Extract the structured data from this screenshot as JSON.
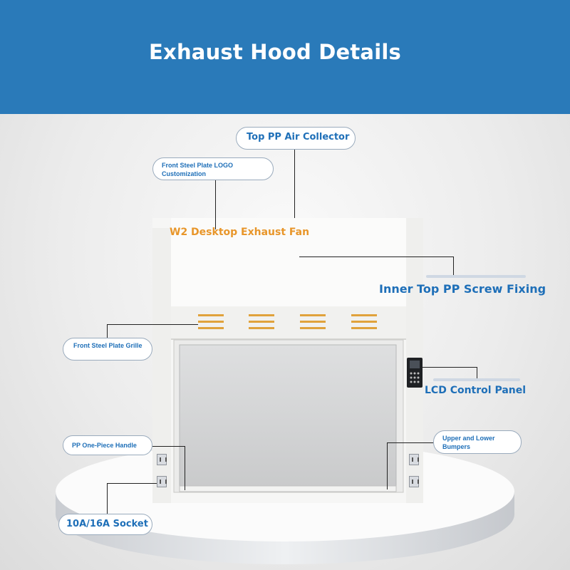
{
  "header": {
    "title": "Exhaust Hood Details"
  },
  "labels": {
    "top_collector": "Top PP Air Collector",
    "logo_custom": "Front Steel Plate LOGO Customization",
    "exhaust_fan": "W2 Desktop Exhaust Fan",
    "screw_fixing": "Inner Top PP Screw Fixing",
    "grille": "Front Steel Plate Grille",
    "lcd_panel": "LCD Control Panel",
    "handle": "PP One-Piece Handle",
    "bumpers": "Upper and Lower Bumpers",
    "socket": "10A/16A Socket"
  },
  "colors": {
    "banner": "#2a7ab9",
    "label_blue": "#1e6fb8",
    "label_orange": "#e8962a",
    "vent_orange": "#e0a23c"
  }
}
